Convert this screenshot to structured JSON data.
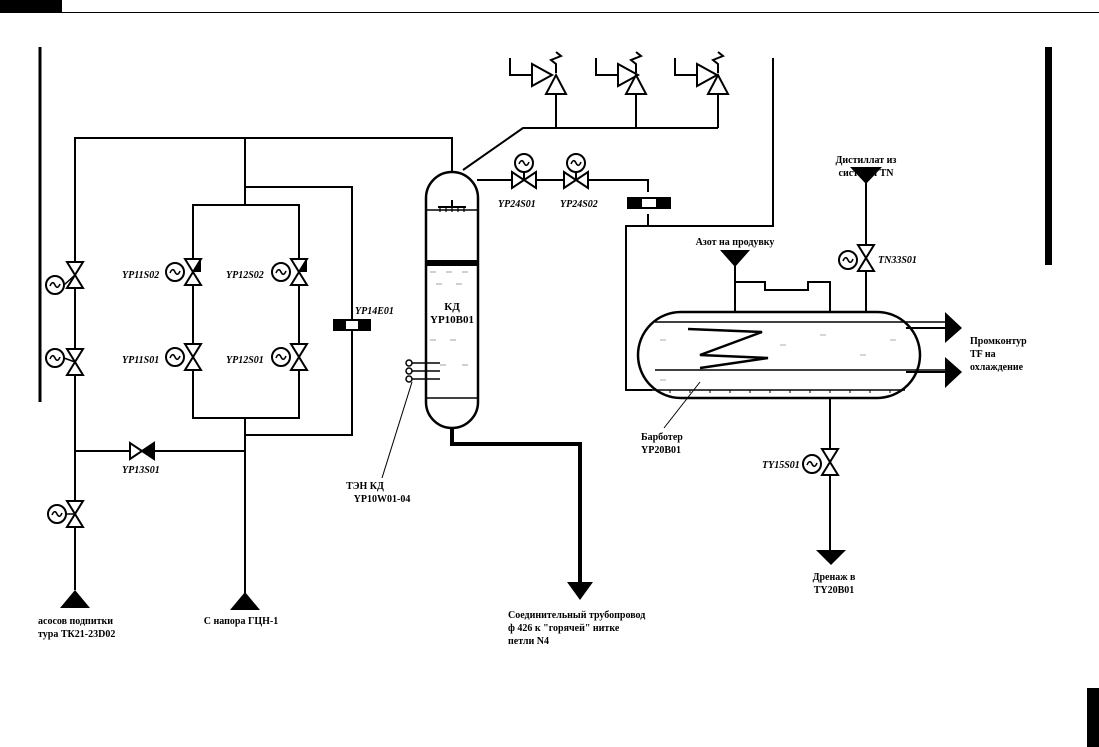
{
  "valves": {
    "yp11s02": "YP11S02",
    "yp12s02": "YP12S02",
    "yp11s01": "YP11S01",
    "yp12s01": "YP12S01",
    "yp13s01": "YP13S01",
    "yp14e01": "YP14E01",
    "yp24s01": "YP24S01",
    "yp24s02": "YP24S02",
    "tn33s01": "TN33S01",
    "ty15s01": "TY15S01"
  },
  "equipment": {
    "pressurizer_name": "КД",
    "pressurizer_code": "YP10B01",
    "heaters_name": "ТЭН КД",
    "heaters_code": "YP10W01-04",
    "bubbler_name": "Барботер",
    "bubbler_code": "YP20B01"
  },
  "labels": {
    "distillate_line1": "Дистиллат из",
    "distillate_line2": "системы TN",
    "nitrogen": "Азот на продувку",
    "promcontour_line1": "Промконтур",
    "promcontour_line2": "TF на",
    "promcontour_line3": "охлаждение",
    "drain_line1": "Дренаж в",
    "drain_line2": "TY20B01",
    "pipe_line1": "Соединительный трубопровод",
    "pipe_line2": "ф 426 к \"горячей\" нитке",
    "pipe_line3": "петли N4",
    "gcn": "С напора ГЦН-1",
    "makeup_line1": "асосов подпитки",
    "makeup_line2": "тура ТК21-23D02"
  }
}
